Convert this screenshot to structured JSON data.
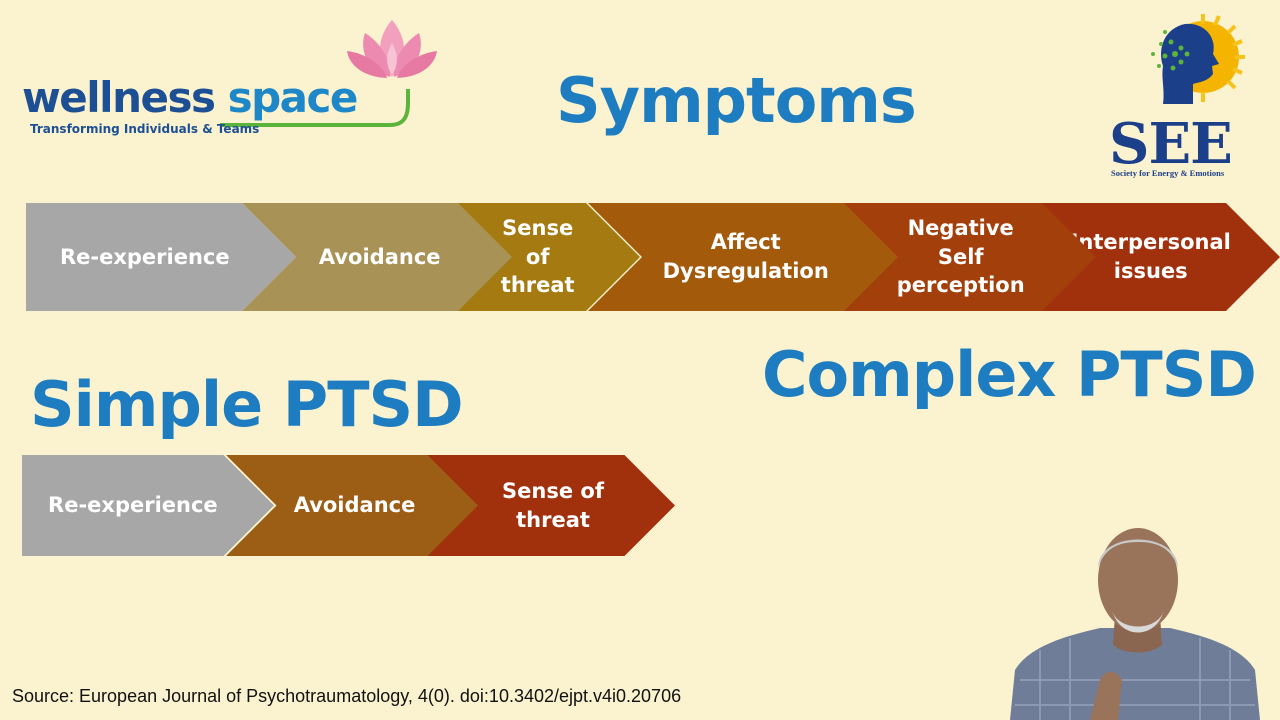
{
  "brand": {
    "name_part1": "wellness",
    "name_part2": "space",
    "tagline": "Transforming Individuals & Teams"
  },
  "see_logo": {
    "name": "SEE",
    "tagline": "Society for Energy & Emotions"
  },
  "headings": {
    "symptoms": "Symptoms",
    "complex": "Complex PTSD",
    "simple": "Simple PTSD"
  },
  "complex_steps": [
    {
      "label": "Re-experience",
      "color": "#a7a7a7"
    },
    {
      "label": "Avoidance",
      "color": "#a89255"
    },
    {
      "label": "Sense\nof\nthreat",
      "color": "#a57a10"
    },
    {
      "label": "Affect\nDysregulation",
      "color": "#a35a0b"
    },
    {
      "label": "Negative\nSelf\nperception",
      "color": "#a33f0a"
    },
    {
      "label": "Interpersonal\nissues",
      "color": "#a1300d"
    }
  ],
  "simple_steps": [
    {
      "label": "Re-experience",
      "color": "#a7a7a7"
    },
    {
      "label": "Avoidance",
      "color": "#9c5e14"
    },
    {
      "label": "Sense of\nthreat",
      "color": "#a1300d"
    }
  ],
  "source": "Source: European Journal of Psychotraumatology, 4(0). doi:10.3402/ejpt.v4i0.20706"
}
